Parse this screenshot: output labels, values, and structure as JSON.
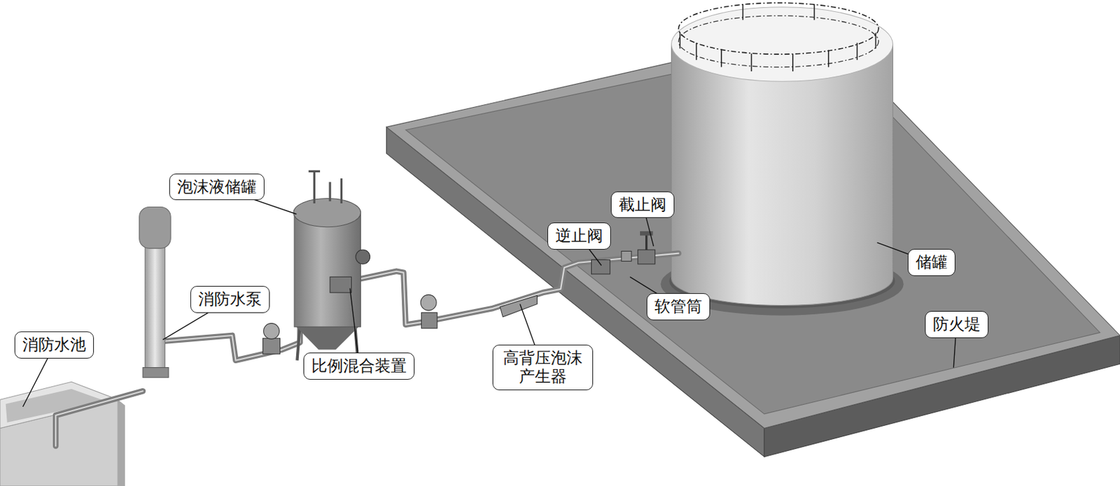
{
  "diagram": {
    "nodes": [
      {
        "text": [
          "泡沫液储罐"
        ]
      },
      {
        "text": [
          "截止阀"
        ]
      },
      {
        "text": [
          "逆止阀"
        ]
      },
      {
        "text": [
          "储罐"
        ]
      },
      {
        "text": [
          "消防水泵"
        ]
      },
      {
        "text": [
          "软管筒"
        ]
      },
      {
        "text": [
          "防火堤"
        ]
      },
      {
        "text": [
          "消防水池"
        ]
      },
      {
        "text": [
          "高背压泡沫 产生器"
        ]
      },
      {
        "text": [
          "比例混合装置"
        ]
      }
    ]
  }
}
